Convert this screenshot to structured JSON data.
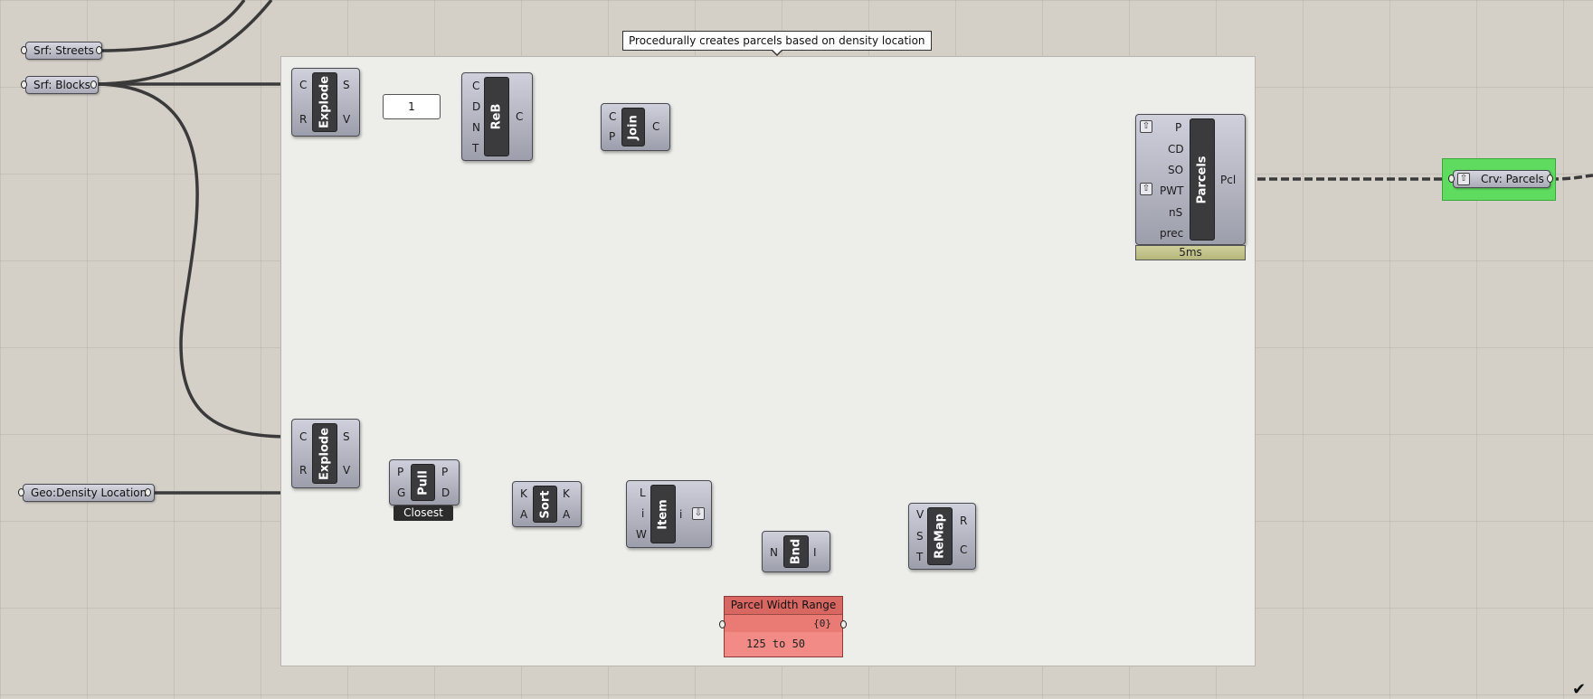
{
  "group": {
    "note": "Procedurally creates parcels based on density location"
  },
  "params": {
    "streets": "Srf: Streets",
    "blocks": "Srf: Blocks",
    "density": "Geo:Density Location",
    "output": "Crv: Parcels"
  },
  "explode1": {
    "name": "Explode",
    "inputs": [
      "C",
      "R"
    ],
    "outputs": [
      "S",
      "V"
    ]
  },
  "explode2": {
    "name": "Explode",
    "inputs": [
      "C",
      "R"
    ],
    "outputs": [
      "S",
      "V"
    ]
  },
  "number_slider": {
    "value": "1"
  },
  "reb": {
    "name": "ReB",
    "inputs": [
      "C",
      "D",
      "N",
      "T"
    ],
    "outputs": [
      "C"
    ]
  },
  "join": {
    "name": "Join",
    "inputs": [
      "C",
      "P"
    ],
    "outputs": [
      "C"
    ]
  },
  "parcels": {
    "name": "Parcels",
    "inputs": [
      "P",
      "CD",
      "SO",
      "PWT",
      "nS",
      "prec"
    ],
    "outputs": [
      "Pcl"
    ],
    "timing": "5ms"
  },
  "pull": {
    "name": "Pull",
    "inputs": [
      "P",
      "G"
    ],
    "outputs": [
      "P",
      "D"
    ],
    "mode": "Closest"
  },
  "sort": {
    "name": "Sort",
    "inputs": [
      "K",
      "A"
    ],
    "outputs": [
      "K",
      "A"
    ]
  },
  "item": {
    "name": "Item",
    "inputs": [
      "L",
      "i",
      "W"
    ],
    "outputs": [
      "i"
    ]
  },
  "bnd": {
    "name": "Bnd",
    "inputs": [
      "N"
    ],
    "outputs": [
      "I"
    ]
  },
  "remap": {
    "name": "ReMap",
    "inputs": [
      "V",
      "S",
      "T"
    ],
    "outputs": [
      "R",
      "C"
    ]
  },
  "range_panel": {
    "title": "Parcel Width Range",
    "path": "{0}",
    "value": "125 to 50"
  },
  "colors": {
    "canvas": "#d4d0c8",
    "group": "#ededea",
    "panel": "#f28b86",
    "selected": "#5fdb5f"
  }
}
